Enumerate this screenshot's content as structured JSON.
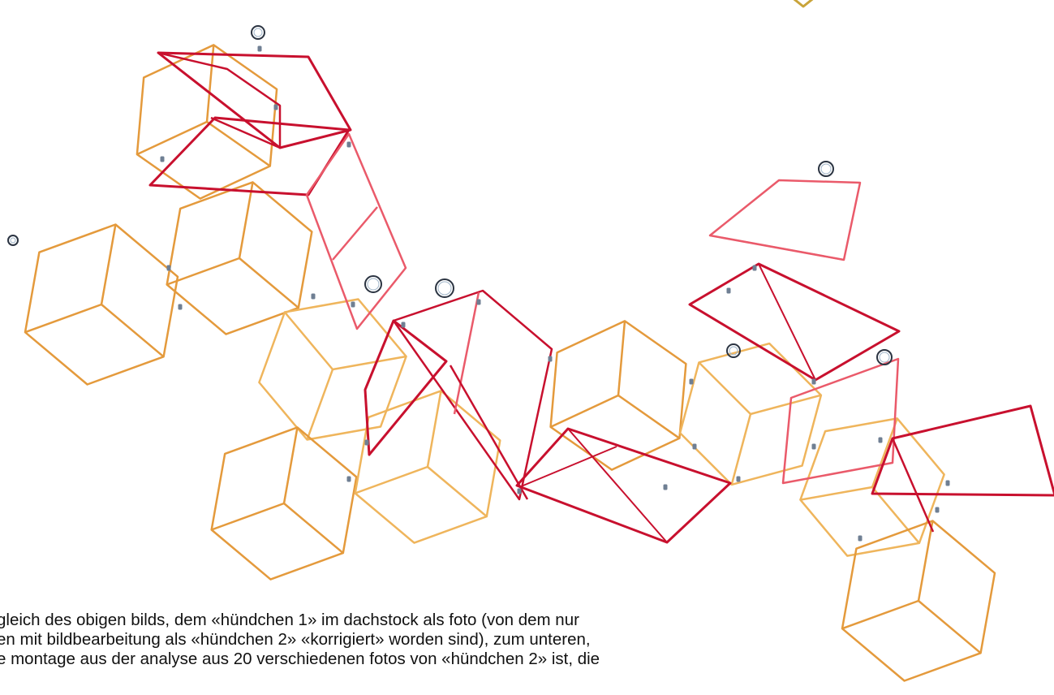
{
  "colors": {
    "background": "#ffffff",
    "orange_rod": "#e49a3c",
    "orange_rod_light": "#efb55c",
    "red_rod": "#c8102e",
    "red_rod_light": "#ea5a6a",
    "joint": "#6f7f93",
    "ring": "#2b3442",
    "text": "#111111"
  },
  "caption": {
    "lines": [
      "gleich des obigen bilds, dem «hündchen 1» im dachstock als foto (von dem nur",
      "en mit bildbearbeitung als «hündchen 2» «korrigiert» worden sind), zum unteren,",
      "e montage aus der analyse aus 20 verschiedenen fotos von «hündchen 2» ist, die"
    ]
  }
}
